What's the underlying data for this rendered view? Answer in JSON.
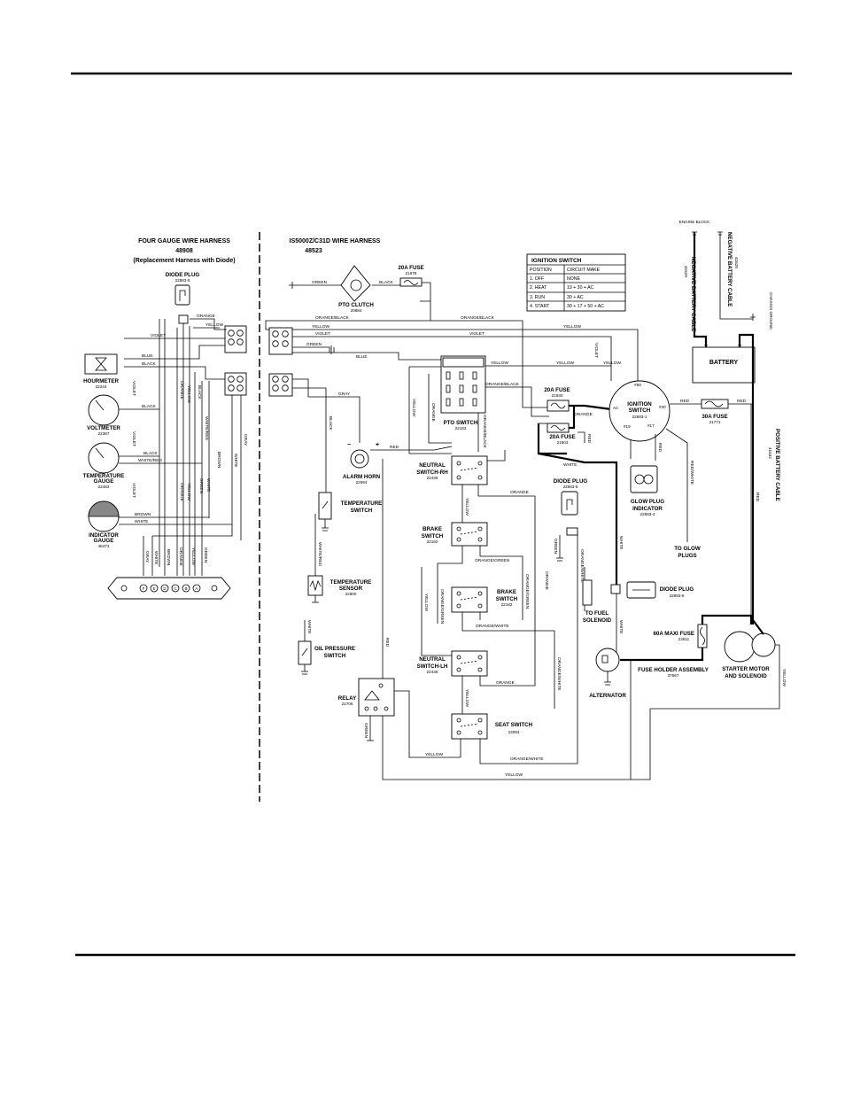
{
  "left_harness": {
    "title": "FOUR GAUGE WIRE HARNESS",
    "number": "48908",
    "subtitle": "(Replacement Harness with Diode)",
    "diode_plug": {
      "label": "DIODE PLUG",
      "part": "22883-5"
    },
    "hourmeter": {
      "label": "HOURMETER",
      "part": "22244"
    },
    "voltmeter": {
      "label": "VOLTMETER",
      "part": "22387"
    },
    "temp_gauge": {
      "label": "TEMPERATURE",
      "label2": "GAUGE",
      "part": "22483"
    },
    "indicator_gauge": {
      "label": "INDICATOR",
      "label2": "GAUGE",
      "part": "48473"
    },
    "connector_pins": [
      "F",
      "E",
      "D",
      "C",
      "B",
      "A"
    ]
  },
  "main_harness": {
    "title": "IS5000Z/C31D  WIRE HARNESS",
    "number": "48523"
  },
  "components": {
    "fuse_20a_top": {
      "label": "20A FUSE",
      "part": "21678"
    },
    "pto_clutch": {
      "label": "PTO CLUTCH",
      "part": "20884"
    },
    "pto_switch": {
      "label": "PTO SWITCH",
      "part": "22183"
    },
    "fuse_20a_mid": {
      "label": "20A FUSE",
      "part": "21930"
    },
    "fuse_20a_low": {
      "label": "20A FUSE",
      "part": "21603"
    },
    "ignition_switch": {
      "label": "IGNITION",
      "label2": "SWITCH",
      "part": "22883-1"
    },
    "fuse_30a": {
      "label": "30A FUSE",
      "part": "21771"
    },
    "battery": {
      "label": "BATTERY",
      "minus": "−",
      "plus": "+"
    },
    "alarm_horn": {
      "label": "ALARM HORN",
      "part": "22594"
    },
    "temp_switch": {
      "label": "TEMPERATURE",
      "label2": "SWITCH"
    },
    "temp_sensor": {
      "label": "TEMPERATURE",
      "label2": "SENSOR",
      "part": "22800"
    },
    "oil_switch": {
      "label": "OIL PRESSURE",
      "label2": "SWITCH"
    },
    "relay": {
      "label": "RELAY",
      "part": "21706"
    },
    "neutral_rh": {
      "label": "NEUTRAL",
      "label2": "SWITCH-RH",
      "part": "22436"
    },
    "brake_switch_1": {
      "label": "BRAKE",
      "label2": "SWITCH",
      "part": "22182"
    },
    "brake_switch_2": {
      "label": "BRAKE",
      "label2": "SWITCH",
      "part": "22182"
    },
    "neutral_lh": {
      "label": "NEUTRAL",
      "label2": "SWITCH-LH",
      "part": "22436"
    },
    "seat_switch": {
      "label": "SEAT SWITCH",
      "part": "23094"
    },
    "diode_plug_mid": {
      "label": "DIODE PLUG",
      "part": "22883-5"
    },
    "glow_plug_ind": {
      "label": "GLOW PLUG",
      "label2": "INDICATOR",
      "part": "22883-4"
    },
    "to_glow": {
      "label": "TO GLOW",
      "label2": "PLUGS"
    },
    "to_fuel": {
      "label": "TO FUEL",
      "label2": "SOLENOID"
    },
    "diode_plug_right": {
      "label": "DIODE PLUG",
      "part": "22883-5"
    },
    "maxi_fuse": {
      "label": "60A MAXI FUSE",
      "part": "22811"
    },
    "fuse_holder": {
      "label": "FUSE HOLDER ASSEMBLY",
      "part": "37567"
    },
    "alternator": {
      "label": "ALTERNATOR"
    },
    "starter": {
      "label": "STARTER MOTOR",
      "label2": "AND SOLENOID"
    },
    "engine_block": {
      "label": "ENGINE BLOCK"
    },
    "chassis_ground": {
      "label": "CHASSIS GROUND"
    },
    "neg_cable": {
      "label": "NEGATIVE BATTERY CABLE",
      "part": "41629"
    },
    "neg_cable2": {
      "label": "NEGATIVE BATTERY CABLE",
      "part": "41628"
    },
    "pos_cable": {
      "label": "POSITIVE BATTERY CABLE",
      "part": "41632"
    }
  },
  "ignition_table": {
    "title": "IGNITION SWITCH",
    "headers": [
      "POSITION",
      "CIRCUIT MAKE"
    ],
    "rows": [
      [
        "1. OFF",
        "NONE"
      ],
      [
        "2. HEAT",
        "19 + 30 + AC"
      ],
      [
        "3. RUN",
        "30 + AC"
      ],
      [
        "4. START",
        "30 + 17 + 50 + AC"
      ]
    ]
  },
  "ignition_terminals": {
    "t1": "#30",
    "t2": "#50",
    "t3": "AC",
    "t4": "#19",
    "t5": "#17"
  },
  "wire_colors": {
    "green": "GREEN",
    "black": "BLACK",
    "orange": "ORANGE",
    "yellow": "YELLOW",
    "violet": "VIOLET",
    "blue": "BLUE",
    "gray": "GRAY",
    "brown": "BROWN",
    "white": "WHITE",
    "red": "RED",
    "white_red": "WHITE/RED",
    "orange_black": "ORANGE/BLACK",
    "orange_green": "ORANGE/GREEN",
    "orange_white": "ORANGE/WHITE",
    "red_white": "RED/WHITE",
    "vellow": "YELLOW"
  }
}
